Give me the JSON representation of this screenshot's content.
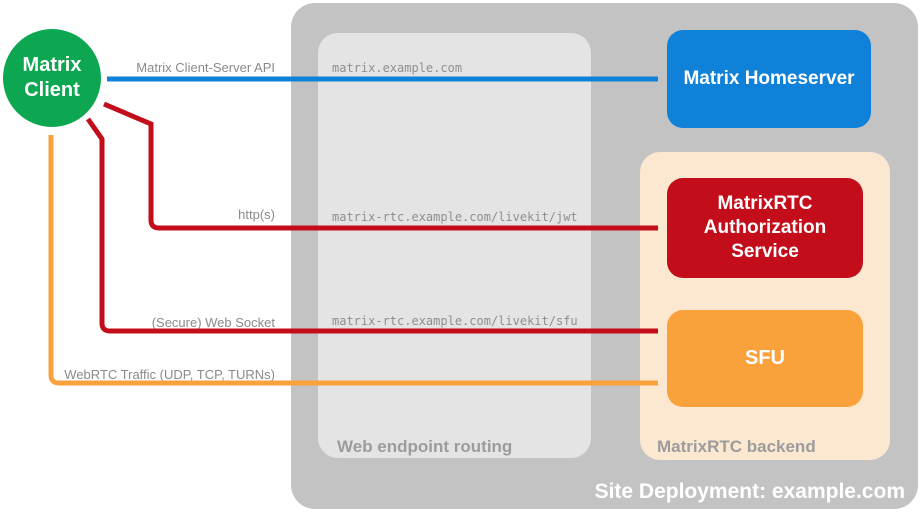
{
  "nodes": {
    "client": {
      "label": "Matrix\nClient"
    },
    "homeserver": {
      "label": "Matrix Homeserver"
    },
    "auth": {
      "label": "MatrixRTC\nAuthorization\nService"
    },
    "sfu": {
      "label": "SFU"
    }
  },
  "containers": {
    "site": {
      "label": "Site Deployment: example.com"
    },
    "routing": {
      "label": "Web endpoint routing"
    },
    "backend": {
      "label": "MatrixRTC backend"
    }
  },
  "connections": [
    {
      "label": "Matrix Client-Server API",
      "url": "matrix.example.com",
      "color": "#1081D9",
      "style": "double-arrow"
    },
    {
      "label": "http(s)",
      "url": "matrix-rtc.example.com/livekit/jwt",
      "color": "#C30D1B",
      "style": "double-arrow"
    },
    {
      "label": "(Secure) Web Socket",
      "url": "matrix-rtc.example.com/livekit/sfu",
      "color": "#C30D1B",
      "style": "double-arrow"
    },
    {
      "label": "WebRTC Traffic (UDP, TCP, TURNs)",
      "url": "",
      "color": "#F9A23C",
      "style": "double-arrow"
    }
  ],
  "colors": {
    "client_green": "#0CA750",
    "homeserver_blue": "#1081D9",
    "auth_red": "#C30D1B",
    "sfu_orange": "#F9A23C",
    "backend_peach": "#FCE8D0",
    "site_gray": "#C3C3C3",
    "routing_gray": "#E4E4E4",
    "label_gray": "#8A8A8A",
    "caption_gray": "#9C9C9C",
    "text_white": "#FFFFFF"
  }
}
